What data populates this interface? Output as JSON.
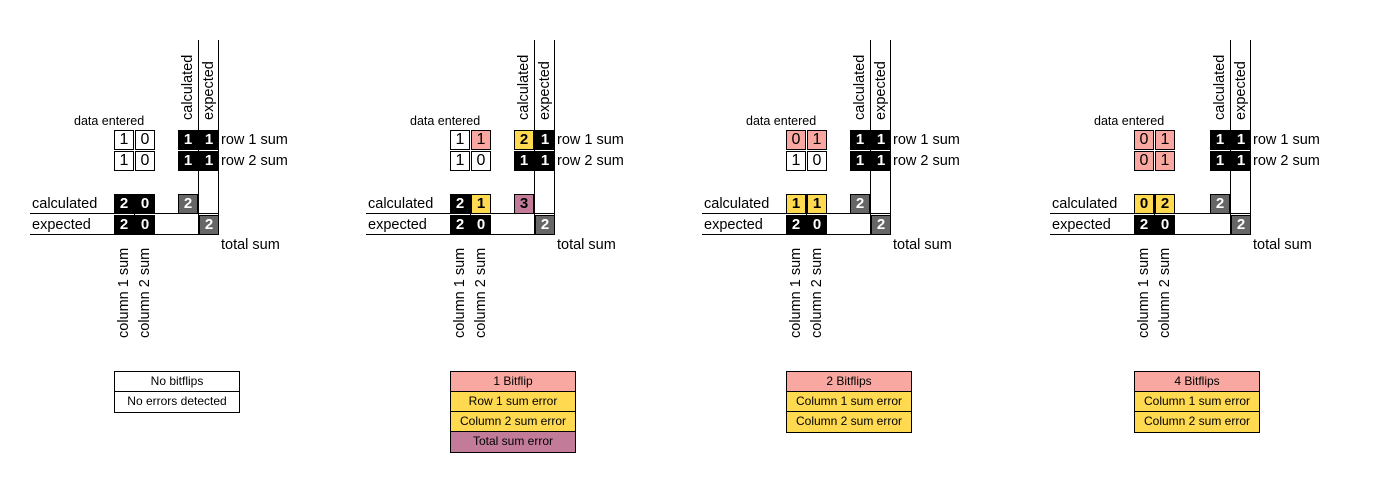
{
  "labels": {
    "data_entered": "data entered",
    "calculated": "calculated",
    "expected": "expected",
    "row1": "row 1 sum",
    "row2": "row 2 sum",
    "col1": "column 1 sum",
    "col2": "column 2 sum",
    "total": "total sum"
  },
  "colors": {
    "bitflip": "#f8a8a0",
    "sum_error": "#ffda50",
    "total_error": "#c27c9a",
    "sum_cell": "#000000",
    "total_cell": "#666666"
  },
  "panels": [
    {
      "data": [
        [
          "1",
          "0"
        ],
        [
          "1",
          "0"
        ]
      ],
      "flipped": [
        [
          false,
          false
        ],
        [
          false,
          false
        ]
      ],
      "row_calc": [
        "1",
        "1"
      ],
      "row_exp": [
        "1",
        "1"
      ],
      "row_err": [
        false,
        false
      ],
      "col_calc": [
        "2",
        "0"
      ],
      "col_exp": [
        "2",
        "0"
      ],
      "col_err": [
        false,
        false
      ],
      "total_calc": "2",
      "total_exp": "2",
      "total_err": false,
      "legend": [
        {
          "text": "No bitflips",
          "kind": "none"
        },
        {
          "text": "No errors detected",
          "kind": "none"
        }
      ]
    },
    {
      "data": [
        [
          "1",
          "1"
        ],
        [
          "1",
          "0"
        ]
      ],
      "flipped": [
        [
          false,
          true
        ],
        [
          false,
          false
        ]
      ],
      "row_calc": [
        "2",
        "1"
      ],
      "row_exp": [
        "1",
        "1"
      ],
      "row_err": [
        true,
        false
      ],
      "col_calc": [
        "2",
        "1"
      ],
      "col_exp": [
        "2",
        "0"
      ],
      "col_err": [
        false,
        true
      ],
      "total_calc": "3",
      "total_exp": "2",
      "total_err": true,
      "legend": [
        {
          "text": "1 Bitflip",
          "kind": "bit"
        },
        {
          "text": "Row 1 sum error",
          "kind": "sum"
        },
        {
          "text": "Column 2 sum error",
          "kind": "sum"
        },
        {
          "text": "Total sum error",
          "kind": "tot"
        }
      ]
    },
    {
      "data": [
        [
          "0",
          "1"
        ],
        [
          "1",
          "0"
        ]
      ],
      "flipped": [
        [
          true,
          true
        ],
        [
          false,
          false
        ]
      ],
      "row_calc": [
        "1",
        "1"
      ],
      "row_exp": [
        "1",
        "1"
      ],
      "row_err": [
        false,
        false
      ],
      "col_calc": [
        "1",
        "1"
      ],
      "col_exp": [
        "2",
        "0"
      ],
      "col_err": [
        true,
        true
      ],
      "total_calc": "2",
      "total_exp": "2",
      "total_err": false,
      "legend": [
        {
          "text": "2 Bitflips",
          "kind": "bit"
        },
        {
          "text": "Column 1 sum error",
          "kind": "sum"
        },
        {
          "text": "Column 2 sum error",
          "kind": "sum"
        }
      ]
    },
    {
      "data": [
        [
          "0",
          "1"
        ],
        [
          "0",
          "1"
        ]
      ],
      "flipped": [
        [
          true,
          true
        ],
        [
          true,
          true
        ]
      ],
      "row_calc": [
        "1",
        "1"
      ],
      "row_exp": [
        "1",
        "1"
      ],
      "row_err": [
        false,
        false
      ],
      "col_calc": [
        "0",
        "2"
      ],
      "col_exp": [
        "2",
        "0"
      ],
      "col_err": [
        true,
        true
      ],
      "total_calc": "2",
      "total_exp": "2",
      "total_err": false,
      "legend": [
        {
          "text": "4 Bitflips",
          "kind": "bit"
        },
        {
          "text": "Column 1 sum error",
          "kind": "sum"
        },
        {
          "text": "Column 2 sum error",
          "kind": "sum"
        }
      ]
    }
  ]
}
